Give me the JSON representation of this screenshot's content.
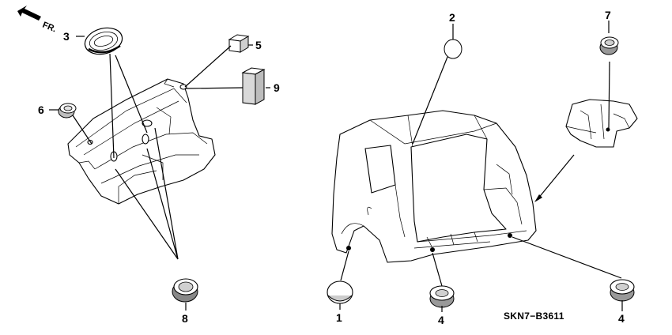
{
  "direction_indicator": {
    "label": "FR."
  },
  "diagram_code": "SKN7−B3611",
  "callouts": {
    "c1": "1",
    "c2": "2",
    "c3": "3",
    "c4a": "4",
    "c4b": "4",
    "c5": "5",
    "c6": "6",
    "c7": "7",
    "c8": "8",
    "c9": "9"
  }
}
